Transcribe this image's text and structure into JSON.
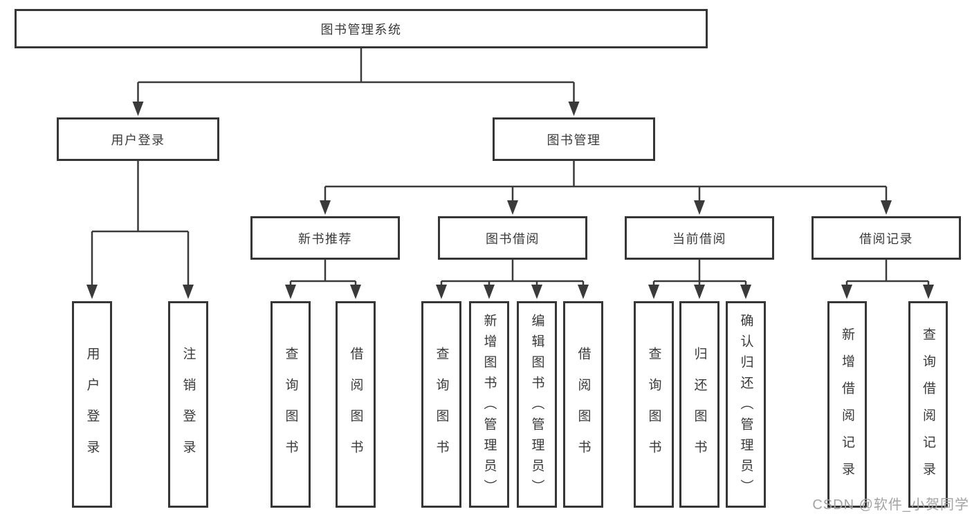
{
  "tree": {
    "root": {
      "label": "图书管理系统"
    },
    "level2": [
      {
        "label": "用户登录"
      },
      {
        "label": "图书管理"
      }
    ],
    "level3": [
      {
        "label": "新书推荐"
      },
      {
        "label": "图书借阅"
      },
      {
        "label": "当前借阅"
      },
      {
        "label": "借阅记录"
      }
    ],
    "groups": {
      "user_login": [
        {
          "label": "用户登录"
        },
        {
          "label": "注销登录"
        }
      ],
      "new_book_rec": [
        {
          "label": "查询图书"
        },
        {
          "label": "借阅图书"
        }
      ],
      "book_borrow": [
        {
          "label": "查询图书"
        },
        {
          "label": "新增图书（管理员）"
        },
        {
          "label": "编辑图书（管理员）"
        },
        {
          "label": "借阅图书"
        }
      ],
      "current_borrow": [
        {
          "label": "查询图书"
        },
        {
          "label": "归还图书"
        },
        {
          "label": "确认归还（管理员）"
        }
      ],
      "borrow_records": [
        {
          "label": "新增借阅记录"
        },
        {
          "label": "查询借阅记录"
        }
      ]
    }
  },
  "watermark": {
    "text": "CSDN @软件_小贺同学"
  },
  "colors": {
    "line": "#3a3a3a",
    "box_border": "#363636",
    "box_fill": "#ffffff",
    "text": "#3a3a3a",
    "watermark": "#a3a3a3"
  }
}
